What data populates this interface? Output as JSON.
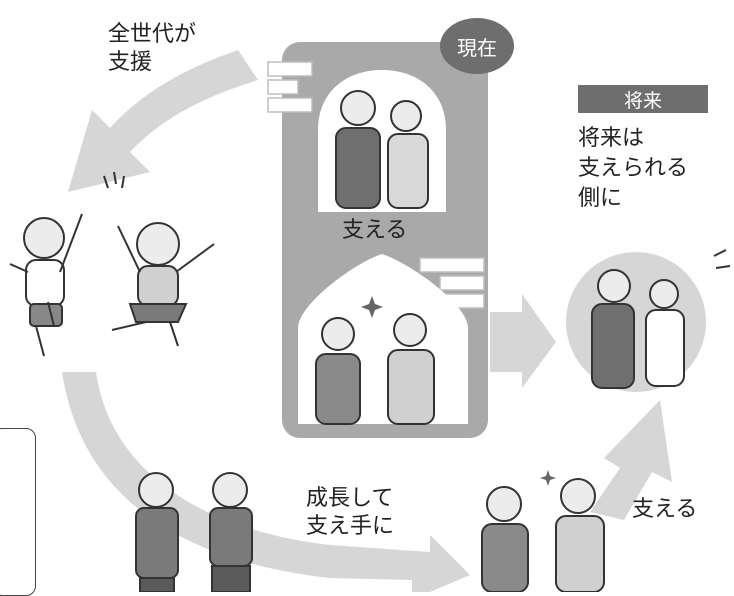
{
  "labels": {
    "all_gen_support_1": "全世代が",
    "all_gen_support_2": "支援",
    "now_badge": "現在",
    "future_badge": "将来",
    "future_text_1": "将来は",
    "future_text_2": "支えられる",
    "future_text_3": "側に",
    "support_top": "支える",
    "grow_1": "成長して",
    "grow_2": "支え手に",
    "support_bottom": "支える"
  },
  "colors": {
    "arrow": "#d6d6d6",
    "panel": "#a9a9a9",
    "badge": "#6e6e6e",
    "text": "#222222"
  }
}
